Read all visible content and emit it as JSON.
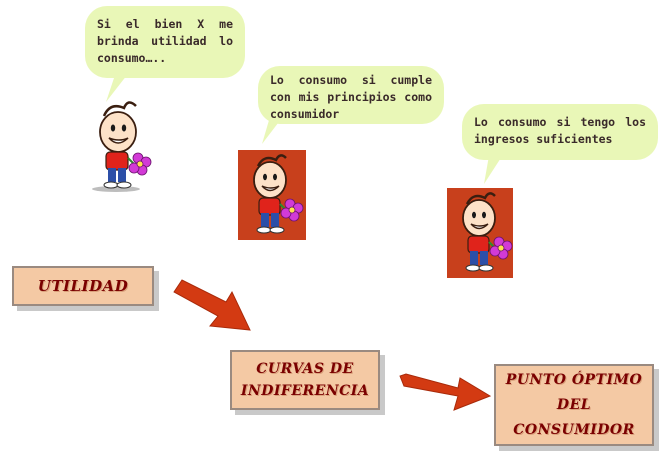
{
  "bubbles": {
    "bubble1": "Si el bien X me brinda utilidad lo consumo…..",
    "bubble2": "Lo consumo si cumple con mis principios como consumidor",
    "bubble3": "Lo consumo si tengo los ingresos suficientes"
  },
  "cards": {
    "utilidad": "UTILIDAD",
    "curvas_line1": "CURVAS DE",
    "curvas_line2": "INDIFERENCIA",
    "punto_line1": "PUNTO ÓPTIMO",
    "punto_line2": "DEL",
    "punto_line3": "CONSUMIDOR"
  },
  "colors": {
    "bubble_fill": "#e9f7b7",
    "card_fill": "#f4c9a4",
    "card_text": "#7a0000",
    "arrow": "#d33a12",
    "kid_backdrop": "#c8401c",
    "shirt": "#e0231b",
    "pants": "#2c4fa8",
    "flower": "#d23ad6"
  },
  "icons": [
    "kid-with-flower-icon",
    "arrow-right-icon"
  ]
}
